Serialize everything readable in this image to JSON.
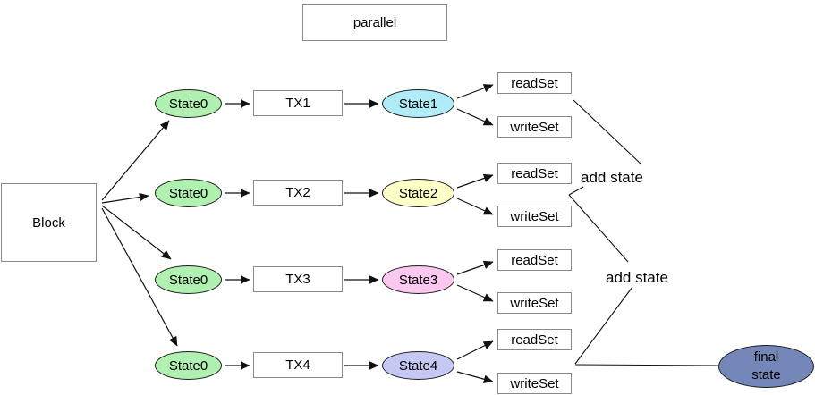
{
  "diagram": {
    "parallel_label": "parallel",
    "block_label": "Block"
  },
  "rows": [
    {
      "input_state": "State0",
      "tx": "TX1",
      "output_state": "State1",
      "read_set": "readSet",
      "write_set": "writeSet",
      "output_color": "#b0ecf8"
    },
    {
      "input_state": "State0",
      "tx": "TX2",
      "output_state": "State2",
      "read_set": "readSet",
      "write_set": "writeSet",
      "output_color": "#ffffc8"
    },
    {
      "input_state": "State0",
      "tx": "TX3",
      "output_state": "State3",
      "read_set": "readSet",
      "write_set": "writeSet",
      "output_color": "#fcc8f0"
    },
    {
      "input_state": "State0",
      "tx": "TX4",
      "output_state": "State4",
      "read_set": "readSet",
      "write_set": "writeSet",
      "output_color": "#c6c8f4"
    }
  ],
  "annotations": {
    "add_state_top": "add state",
    "add_state_bottom": "add state"
  },
  "final_state": {
    "line1": "final",
    "line2": "state",
    "color": "#7487b8"
  },
  "colors": {
    "state0_fill": "#b0f0b0",
    "box_border": "#8a8a8a",
    "edge": "#111111"
  }
}
